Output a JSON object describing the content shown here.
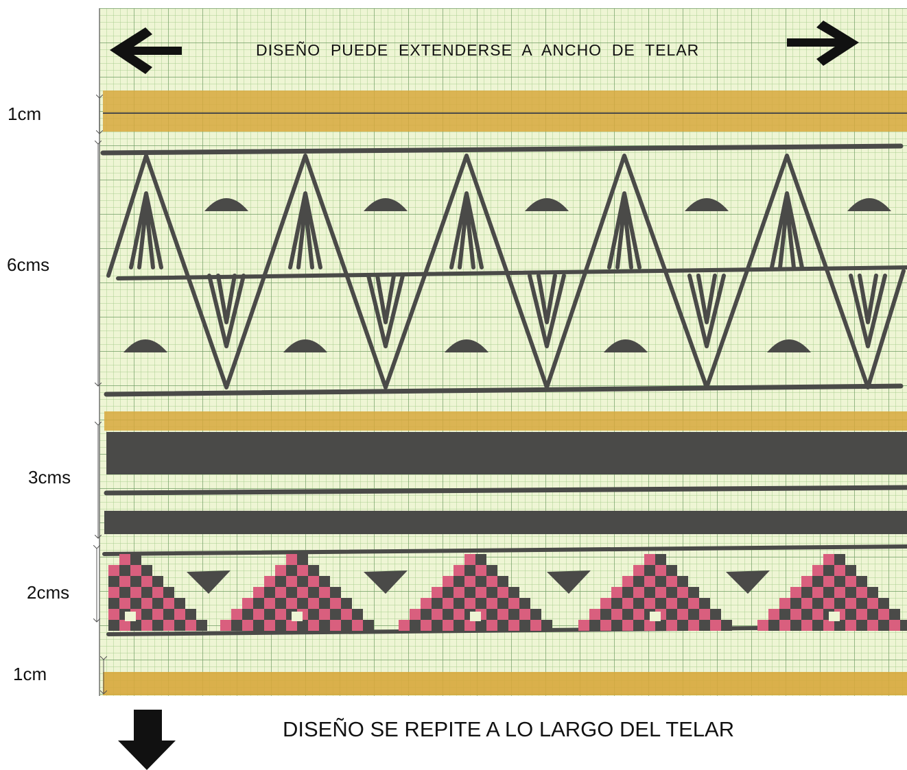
{
  "top_caption": "DISEÑO  PUEDE  EXTENDERSE  A  ANCHO  DE  TELAR",
  "bottom_caption": "DISEÑO SE REPITE A LO LARGO DEL TELAR",
  "bands": [
    {
      "label": "1cm"
    },
    {
      "label": "6cms"
    },
    {
      "label": "3cms"
    },
    {
      "label": "2cms"
    },
    {
      "label": "1cm"
    }
  ],
  "icons": {
    "left": "arrow-left-icon",
    "right": "arrow-right-icon",
    "down": "arrow-down-icon"
  },
  "colors": {
    "paper": "#eef5d4",
    "grid_fine": "#a9cf8f",
    "grid_major": "#5f8a55",
    "ochre": "#d7a83c",
    "charcoal": "#4a4a48",
    "pink": "#d95f7e",
    "ink": "#111111"
  }
}
